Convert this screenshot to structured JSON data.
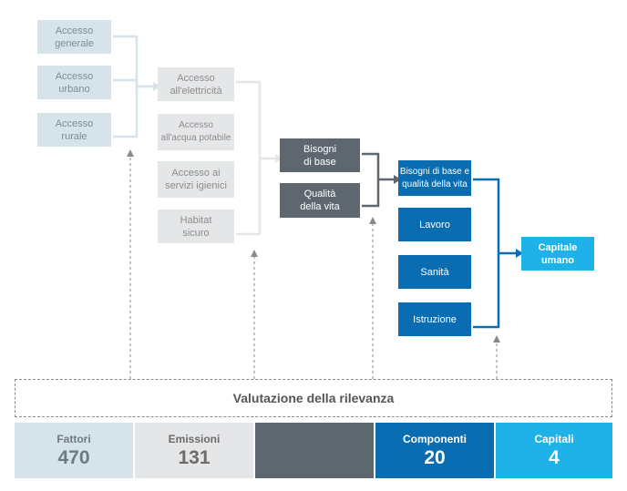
{
  "level1": [
    "Accesso\ngenerale",
    "Accesso\nurbano",
    "Accesso\nrurale"
  ],
  "level2": [
    "Accesso\nall'elettricità",
    "Accesso\nall'acqua potabile",
    "Accesso ai\nservizi igienici",
    "Habitat\nsicuro"
  ],
  "level3": [
    "Bisogni\ndi base",
    "Qualità\ndella vita"
  ],
  "level4": [
    "Bisogni di base e\nqualità della vita",
    "Lavoro",
    "Sanità",
    "Istruzione"
  ],
  "level5": "Capitale\numano",
  "evaluation": "Valutazione della rilevanza",
  "categories": [
    {
      "label": "Fattori",
      "value": "470"
    },
    {
      "label": "Emissioni",
      "value": "131"
    },
    {
      "label": "",
      "value": ""
    },
    {
      "label": "Componenti",
      "value": "20"
    },
    {
      "label": "Capitali",
      "value": "4"
    }
  ],
  "colors": {
    "level1": "#d6e4ea",
    "level2": "#e5e6e8",
    "level3": "#5e6770",
    "level4": "#0a6db2",
    "level5": "#1eb2e8"
  }
}
